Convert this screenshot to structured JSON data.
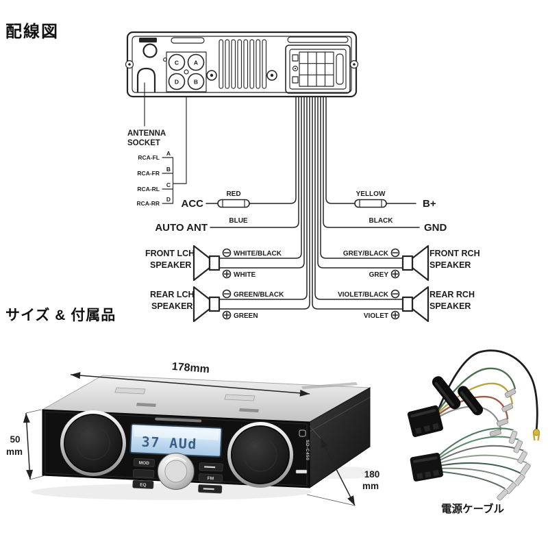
{
  "page": {
    "title": "配線図",
    "size_section_title": "サイズ & 付属品"
  },
  "wiring": {
    "antenna": [
      "ANTENNA",
      "SOCKET"
    ],
    "rca_panel": [
      "C",
      "A",
      "D",
      "B"
    ],
    "rca": [
      {
        "label": "RCA-FL",
        "pin": "A"
      },
      {
        "label": "RCA-FR",
        "pin": "B"
      },
      {
        "label": "RCA-RL",
        "pin": "C"
      },
      {
        "label": "RCA-RR",
        "pin": "D"
      }
    ],
    "left": {
      "acc": {
        "label": "ACC",
        "wire": "RED"
      },
      "auto_ant": {
        "label": "AUTO ANT",
        "wire": "BLUE"
      },
      "front_speaker": {
        "line1": "FRONT LCH",
        "line2": "SPEAKER",
        "neg": "WHITE/BLACK",
        "pos": "WHITE"
      },
      "rear_speaker": {
        "line1": "REAR LCH",
        "line2": "SPEAKER",
        "neg": "GREEN/BLACK",
        "pos": "GREEN"
      }
    },
    "right": {
      "bplus": {
        "label": "B+",
        "wire": "YELLOW"
      },
      "gnd": {
        "label": "GND",
        "wire": "BLACK"
      },
      "front_speaker": {
        "line1": "FRONT RCH",
        "line2": "SPEAKER",
        "neg": "GREY/BLACK",
        "pos": "GREY"
      },
      "rear_speaker": {
        "line1": "REAR RCH",
        "line2": "SPEAKER",
        "neg": "VIOLET/BLACK",
        "pos": "VIOLET"
      }
    },
    "polarity": {
      "neg": "−",
      "pos": "+"
    }
  },
  "size": {
    "width": "178mm",
    "height": [
      "50",
      "mm"
    ],
    "depth": [
      "180",
      "mm"
    ],
    "cable_caption": "電源ケーブル"
  },
  "unit": {
    "display": "37 AUd",
    "buttons": {
      "mod": "MOD",
      "eq": "EQ",
      "fm": "FM"
    },
    "side_label": "SD-C450"
  },
  "colors": {
    "line": "#242424",
    "lcd": "#bcd9ee",
    "panel": "#101010"
  }
}
